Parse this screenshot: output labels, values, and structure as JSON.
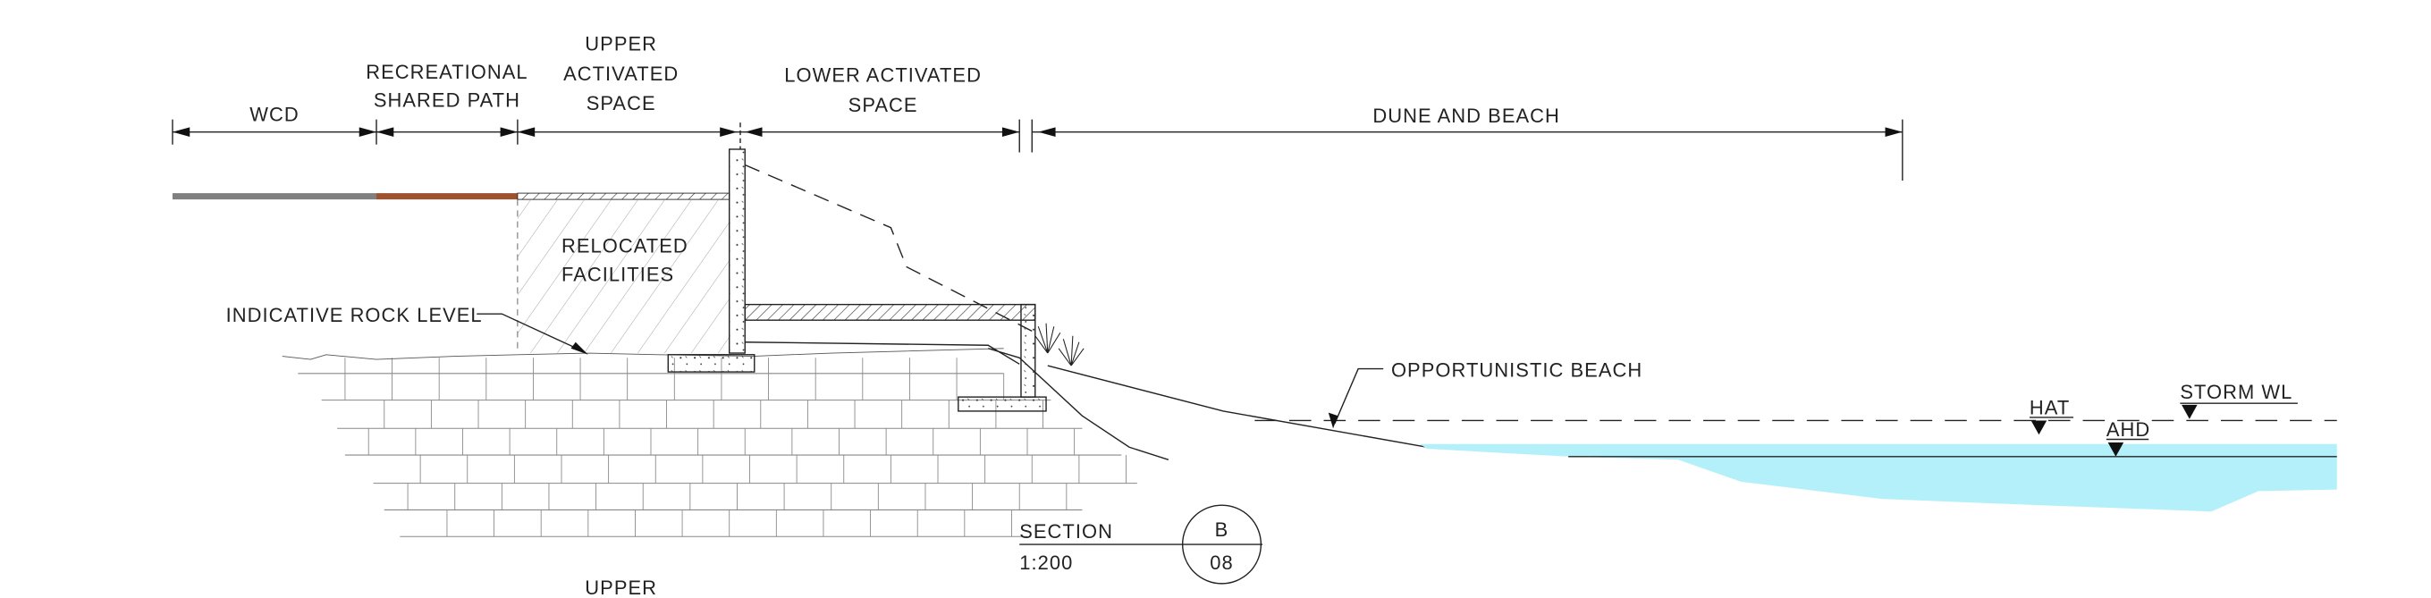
{
  "dimensions": {
    "wcd": "WCD",
    "shared_path": [
      "RECREATIONAL",
      "SHARED PATH"
    ],
    "upper_space": [
      "UPPER",
      "ACTIVATED",
      "SPACE"
    ],
    "lower_space": [
      "LOWER ACTIVATED",
      "SPACE"
    ],
    "dune_beach": "DUNE AND BEACH"
  },
  "labels": {
    "relocated": [
      "RELOCATED",
      "FACILITIES"
    ],
    "rock_level": "INDICATIVE ROCK LEVEL",
    "beach": "OPPORTUNISTIC BEACH",
    "hat": "HAT",
    "ahd": "AHD",
    "storm_wl": "STORM WL",
    "bottom_cut": "UPPER"
  },
  "section": {
    "title": "SECTION",
    "scale": "1:200",
    "letter": "B",
    "sheet": "08"
  },
  "colors": {
    "wcd_surface": "#808080",
    "shared_path_surface": "#a0522d",
    "water": "#b3f0fa"
  }
}
